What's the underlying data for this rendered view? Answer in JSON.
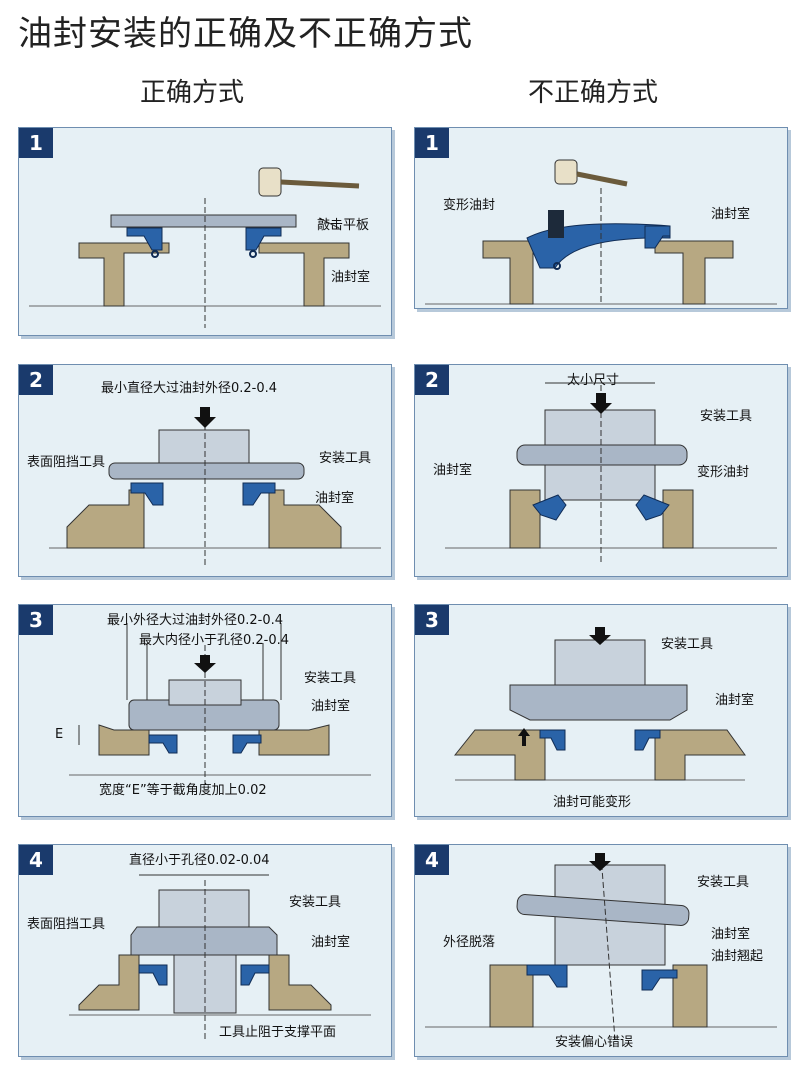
{
  "title": "油封安装的正确及不正确方式",
  "columns": {
    "correct": "正确方式",
    "incorrect": "不正确方式"
  },
  "colors": {
    "panel_bg": "#e6f0f5",
    "panel_border": "#6f8eb0",
    "number_bg": "#1a3a6c",
    "seal": "#2a63a8",
    "housing": "#b7a882",
    "tool": "#a9b6c6"
  },
  "panels": {
    "c1": {
      "num": "1",
      "labels": [
        "敲击平板",
        "油封室"
      ]
    },
    "c2": {
      "num": "2",
      "labels": [
        "最小直径大过油封外径0.2-0.4",
        "表面阻挡工具",
        "安装工具",
        "油封室"
      ]
    },
    "c3": {
      "num": "3",
      "labels": [
        "最小外径大过油封外径0.2-0.4",
        "最大内径小于孔径0.2-0.4",
        "安装工具",
        "油封室",
        "E",
        "宽度“E”等于截角度加上0.02"
      ]
    },
    "c4": {
      "num": "4",
      "labels": [
        "直径小于孔径0.02-0.04",
        "安装工具",
        "表面阻挡工具",
        "油封室",
        "工具止阻于支撑平面"
      ]
    },
    "w1": {
      "num": "1",
      "labels": [
        "变形油封",
        "油封室"
      ]
    },
    "w2": {
      "num": "2",
      "labels": [
        "太小尺寸",
        "安装工具",
        "油封室",
        "变形油封"
      ]
    },
    "w3": {
      "num": "3",
      "labels": [
        "安装工具",
        "油封室",
        "油封可能变形"
      ]
    },
    "w4": {
      "num": "4",
      "labels": [
        "安装工具",
        "油封室",
        "外径脱落",
        "油封翘起",
        "安装偏心错误"
      ]
    }
  }
}
